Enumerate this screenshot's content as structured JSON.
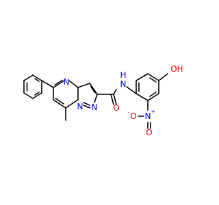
{
  "colors": {
    "bond": "#000000",
    "nitrogen": "#0000ff",
    "oxygen": "#ff0000"
  },
  "atoms": {
    "n_pyrimidine": "N",
    "n_bridge": "N",
    "n_pyrazole": "N",
    "nh": "N",
    "nh_h": "H",
    "oh_o": "O",
    "oh_h": "H",
    "amide_o": "O",
    "nitro_n": "N",
    "nitro_n_charge": "+",
    "nitro_o_left": "O",
    "nitro_o_left_charge": "-",
    "nitro_o_bottom": "O"
  }
}
